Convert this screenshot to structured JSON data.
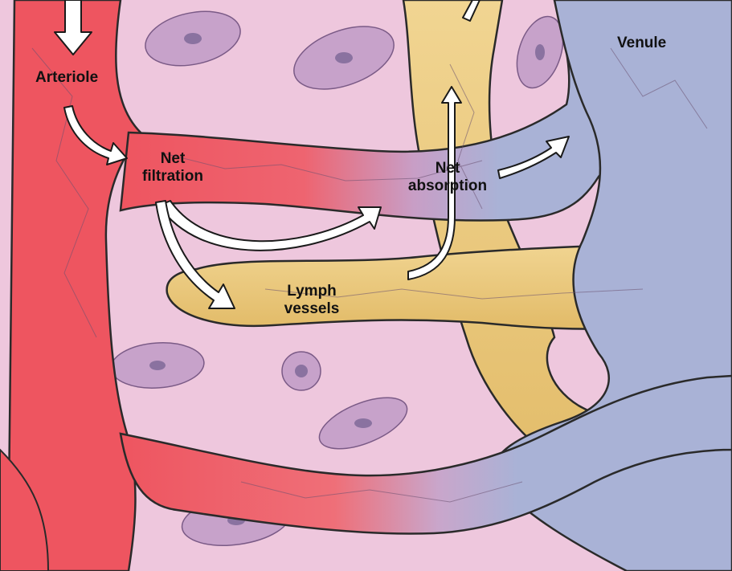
{
  "labels": {
    "arteriole": "Arteriole",
    "venule": "Venule",
    "net_filtration_line1": "Net",
    "net_filtration_line2": "filtration",
    "net_absorption_line1": "Net",
    "net_absorption_line2": "absorption",
    "lymph_line1": "Lymph",
    "lymph_line2": "vessels"
  },
  "colors": {
    "arterial_red": "#ee5560",
    "venous_blue": "#a9b2d6",
    "lymph_yellow": "#e9c77a",
    "tissue_pink": "#eec7dd",
    "cell_purple": "#c7a2ca",
    "nucleus": "#8a72a0",
    "arrow_fill": "#ffffff",
    "outline": "#2a2a2a"
  }
}
